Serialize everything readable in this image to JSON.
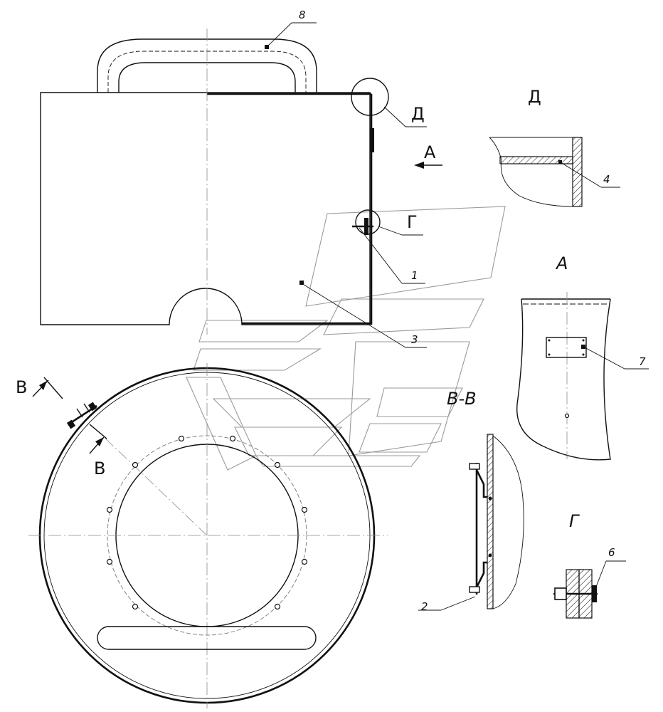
{
  "labels": {
    "view_d_title": "Д",
    "callout_d": "Д",
    "callout_g": "Г",
    "view_a_title": "А",
    "arrow_a": "А",
    "section_bb_title": "В-В",
    "section_mark_top": "В",
    "section_mark_bottom": "В",
    "view_g_title": "Г"
  },
  "positions": {
    "p1": "1",
    "p2": "2",
    "p3": "3",
    "p4": "4",
    "p6": "6",
    "p7": "7",
    "p8": "8"
  }
}
